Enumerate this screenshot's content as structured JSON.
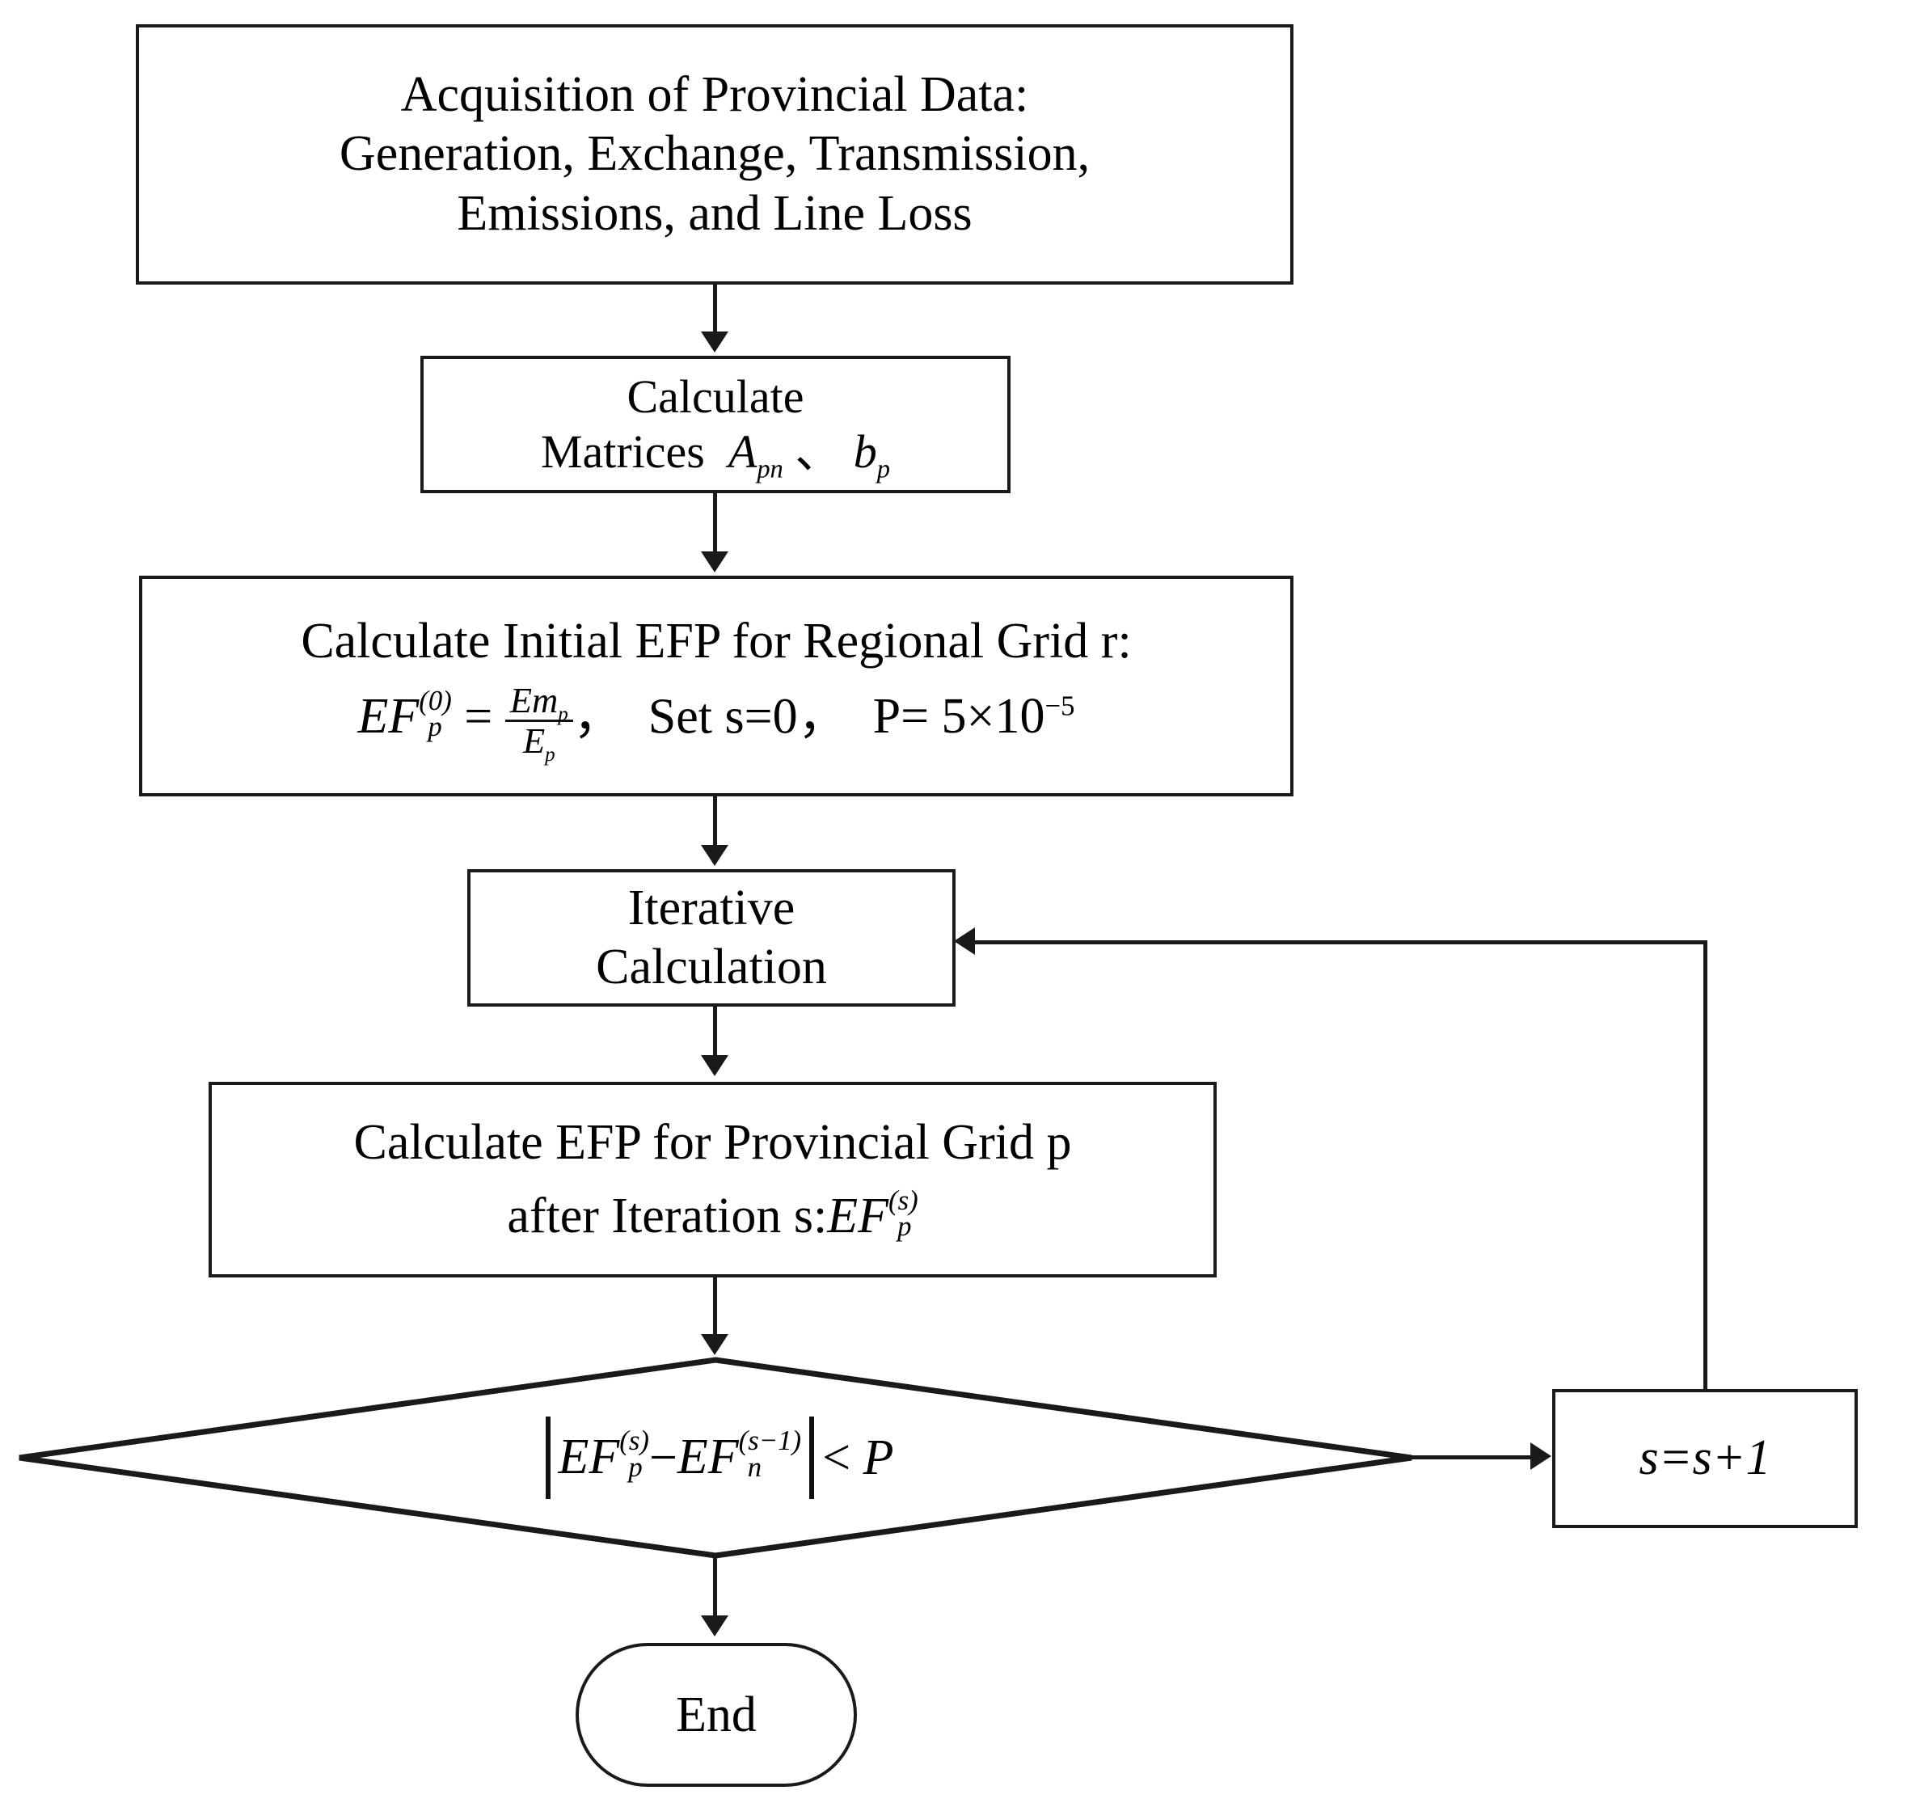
{
  "diagram": {
    "title": "EFP iterative calculation flowchart",
    "type": "flowchart",
    "stroke_color": "#1a1a1a",
    "background_color": "#ffffff"
  },
  "nodes": {
    "acquisition": {
      "shape": "process",
      "line1": "Acquisition of Provincial Data:",
      "line2": "Generation, Exchange, Transmission,",
      "line3": "Emissions, and Line Loss"
    },
    "matrices": {
      "shape": "process",
      "line1": "Calculate",
      "label_matrices": "Matrices",
      "matrix_a": "A",
      "matrix_a_sub": "pn",
      "separator": "、",
      "matrix_b": "b",
      "matrix_b_sub": "p"
    },
    "initial_efp": {
      "shape": "process",
      "line1": "Calculate Initial EFP for Regional Grid r:",
      "formula_lhs": "EF",
      "formula_lhs_sup": "(0)",
      "formula_lhs_sub": "p",
      "equals": "=",
      "frac_num": "Em",
      "frac_num_sub": "p",
      "frac_den": "E",
      "frac_den_sub": "p",
      "comma1": "，",
      "set_s": "Set s=0",
      "comma2": "，",
      "p_label": "P=",
      "p_value": "5",
      "times": "×",
      "p_base": "10",
      "p_exp": "−5"
    },
    "iterative": {
      "shape": "process",
      "line1": "Iterative",
      "line2": "Calculation"
    },
    "calc_efp": {
      "shape": "process",
      "line1": "Calculate EFP for Provincial Grid p",
      "line2_prefix": "after Iteration s:",
      "line2_var": "EF",
      "line2_sup": "(s)",
      "line2_sub": "p"
    },
    "decision": {
      "shape": "diamond",
      "bar_open": "|",
      "term1": "EF",
      "term1_sup": "(s)",
      "term1_sub": "p",
      "minus": "−",
      "term2": "EF",
      "term2_sup": "(s−1)",
      "term2_sub": "n",
      "bar_close": "|",
      "compare": "<",
      "threshold": "P"
    },
    "increment": {
      "shape": "process",
      "label": "s=s+1"
    },
    "end": {
      "shape": "terminator",
      "label": "End"
    }
  },
  "edges": [
    {
      "from": "acquisition",
      "to": "matrices",
      "direction": "down"
    },
    {
      "from": "matrices",
      "to": "initial_efp",
      "direction": "down"
    },
    {
      "from": "initial_efp",
      "to": "iterative",
      "direction": "down"
    },
    {
      "from": "iterative",
      "to": "calc_efp",
      "direction": "down"
    },
    {
      "from": "calc_efp",
      "to": "decision",
      "direction": "down"
    },
    {
      "from": "decision",
      "to": "increment",
      "direction": "right"
    },
    {
      "from": "increment",
      "to": "iterative",
      "direction": "up-left-feedback"
    },
    {
      "from": "decision",
      "to": "end",
      "direction": "down"
    }
  ]
}
